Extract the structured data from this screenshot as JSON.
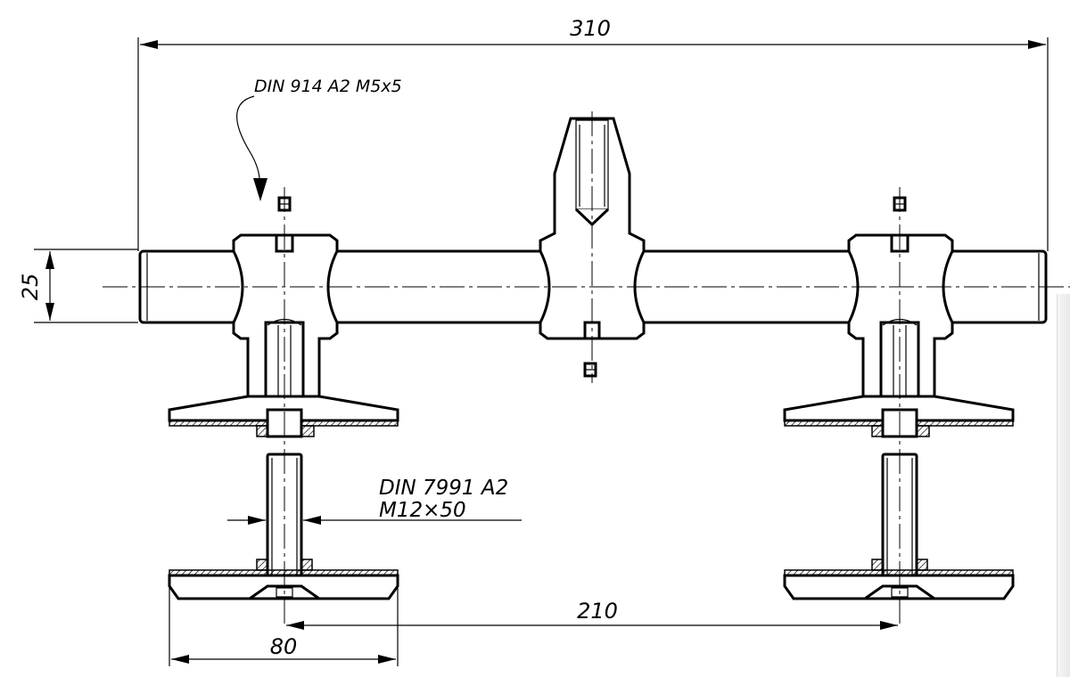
{
  "drawing": {
    "dimensions": {
      "overall_length": "310",
      "bar_height": "25",
      "foot_spacing": "210",
      "foot_diameter": "80"
    },
    "callouts": {
      "set_screw": "DIN 914 A2 M5x5",
      "bolt_standard": "DIN 7991 A2",
      "bolt_size": "M12×50"
    }
  }
}
